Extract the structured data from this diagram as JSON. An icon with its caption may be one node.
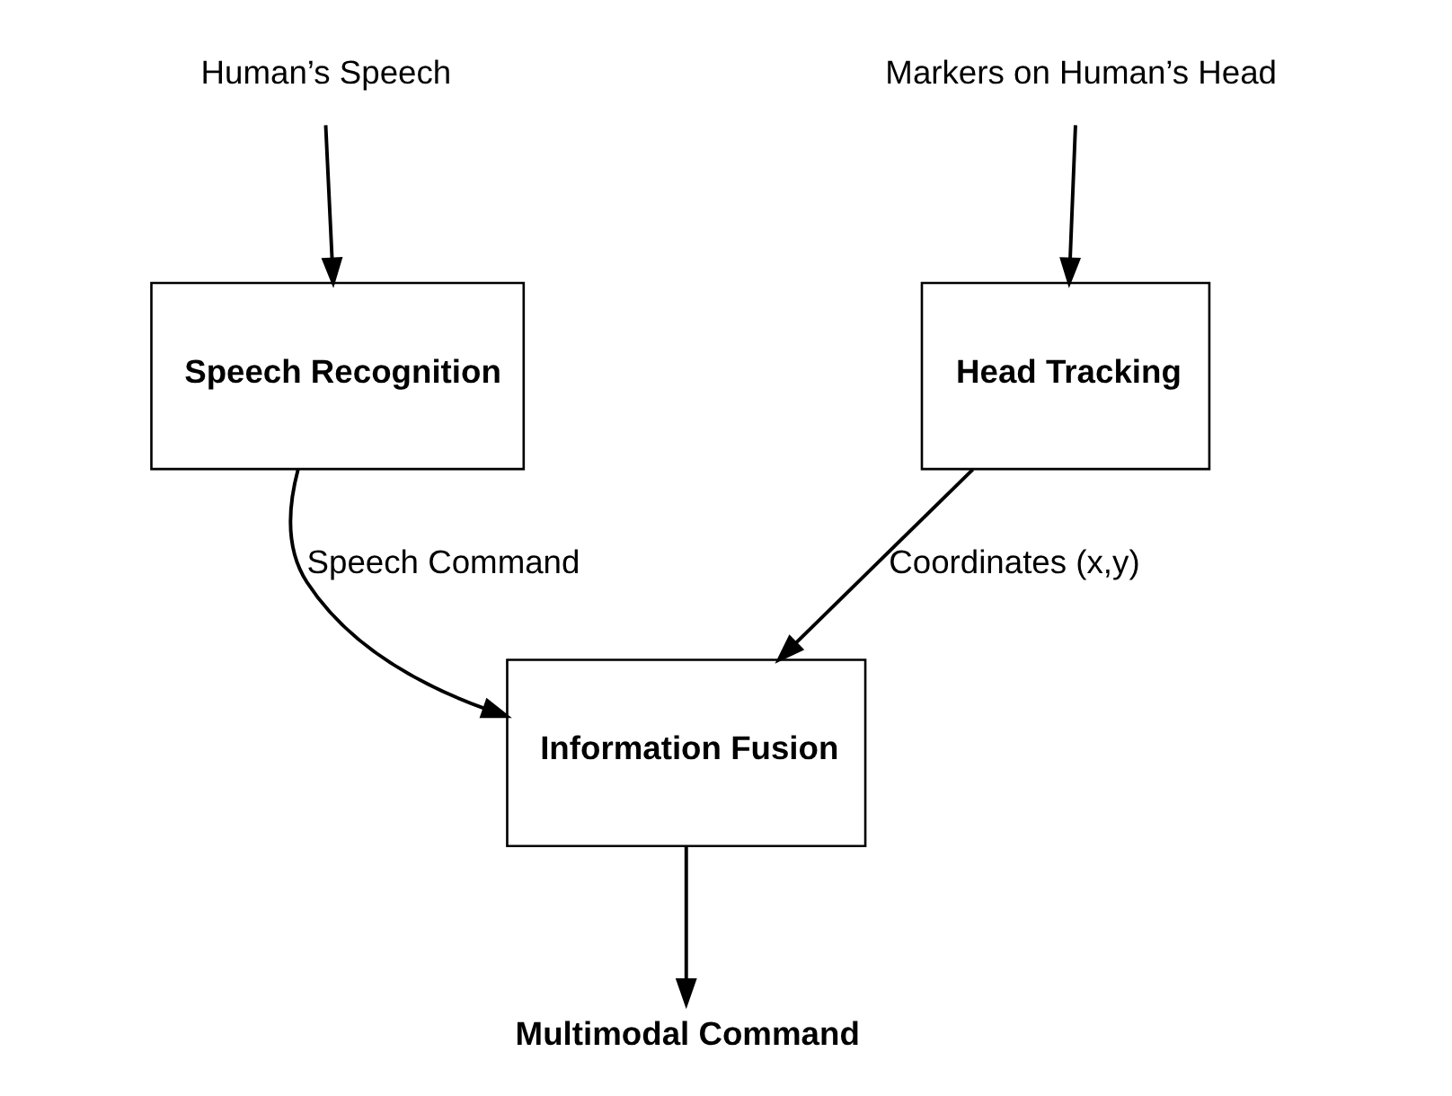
{
  "diagram": {
    "nodes": [
      {
        "text": [
          "Human’s Speech"
        ]
      },
      {
        "text": [
          "Markers on Human’s Head"
        ]
      },
      {
        "text": [
          "Speech Recognition"
        ]
      },
      {
        "text": [
          "Head Tracking"
        ]
      },
      {
        "text": [
          "Information Fusion"
        ]
      },
      {
        "text": [
          "Multimodal Command"
        ]
      }
    ],
    "edges": [
      {
        "from": 0,
        "to": 2,
        "arrow": "to"
      },
      {
        "from": 1,
        "to": 3,
        "arrow": "to"
      },
      {
        "from": 2,
        "to": 4,
        "arrow": "to",
        "label": "Speech Command"
      },
      {
        "from": 3,
        "to": 4,
        "arrow": "to",
        "label": "Coordinates (x,y)"
      },
      {
        "from": 4,
        "to": 5,
        "arrow": "to"
      }
    ]
  }
}
